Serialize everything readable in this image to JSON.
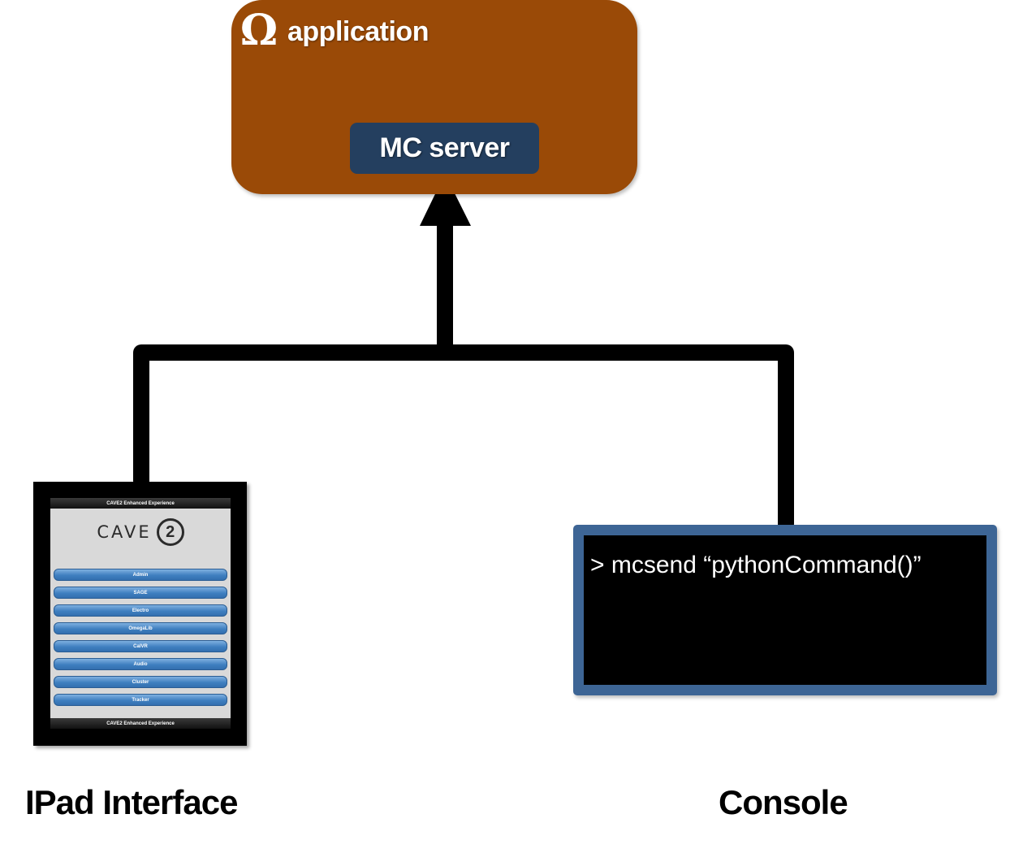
{
  "application": {
    "icon": "omega-icon",
    "icon_glyph": "Ω",
    "title": "application",
    "color": "#9a4a07"
  },
  "mc_server": {
    "label": "MC server",
    "color": "#243f5f"
  },
  "ipad": {
    "header": "CAVE2 Enhanced Experience",
    "footer": "CAVE2 Enhanced Experience",
    "logo_text": "CAVE",
    "logo_mark": "2",
    "menu": [
      "Admin",
      "SAGE",
      "Electro",
      "OmegaLib",
      "CalVR",
      "Audio",
      "Cluster",
      "Tracker"
    ],
    "caption": "IPad Interface"
  },
  "console": {
    "command": "> mcsend “pythonCommand()”",
    "caption": "Console",
    "frame_color": "#3d6595"
  },
  "connections": {
    "line_color": "#000000",
    "arrow_target": "mc-server"
  }
}
